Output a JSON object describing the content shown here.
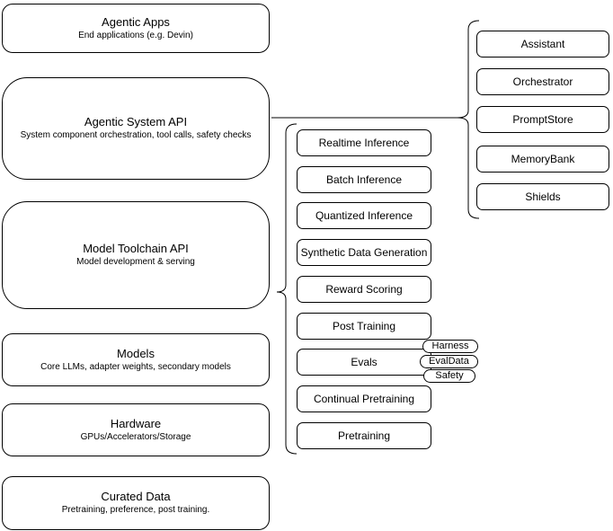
{
  "diagram": {
    "stack": [
      {
        "title": "Agentic Apps",
        "subtitle": "End applications (e.g. Devin)"
      },
      {
        "title": "Agentic System API",
        "subtitle": "System component orchestration, tool calls, safety checks"
      },
      {
        "title": "Model Toolchain API",
        "subtitle": "Model development & serving"
      },
      {
        "title": "Models",
        "subtitle": "Core LLMs, adapter weights, secondary models"
      },
      {
        "title": "Hardware",
        "subtitle": "GPUs/Accelerators/Storage"
      },
      {
        "title": "Curated Data",
        "subtitle": "Pretraining, preference, post training."
      }
    ],
    "toolchain_components": [
      "Realtime Inference",
      "Batch Inference",
      "Quantized Inference",
      "Synthetic Data Generation",
      "Reward Scoring",
      "Post Training",
      "Evals",
      "Continual Pretraining",
      "Pretraining"
    ],
    "eval_tags": [
      "Harness",
      "EvalData",
      "Safety"
    ],
    "system_components": [
      "Assistant",
      "Orchestrator",
      "PromptStore",
      "MemoryBank",
      "Shields"
    ],
    "colors": {
      "stroke": "#000000",
      "fill": "#ffffff",
      "text": "#000000"
    }
  }
}
